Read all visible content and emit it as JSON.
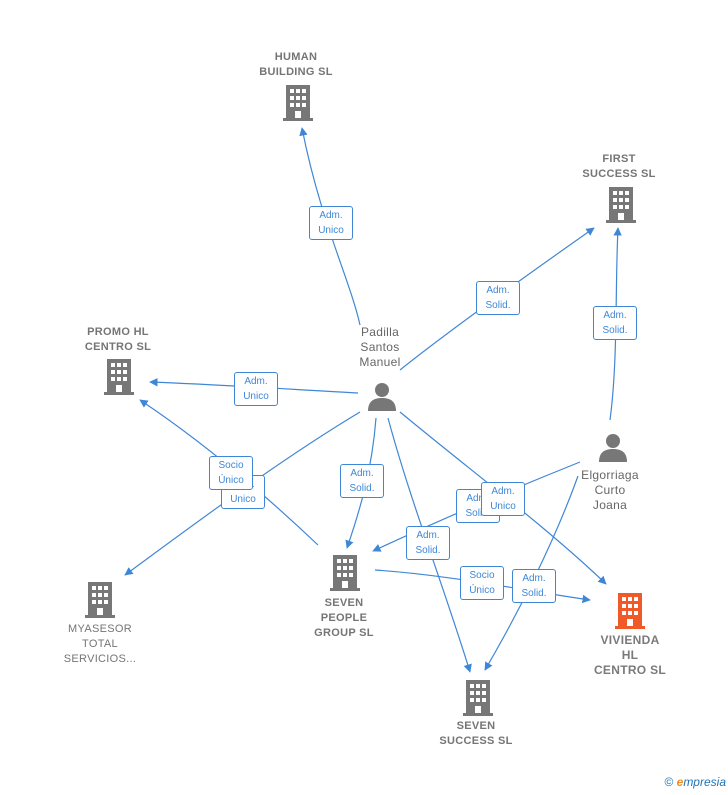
{
  "nodes": {
    "human_building": {
      "label": "HUMAN\nBUILDING  SL",
      "type": "company"
    },
    "first_success": {
      "label": "FIRST\nSUCCESS  SL",
      "type": "company"
    },
    "promo_hl": {
      "label": "PROMO HL\nCENTRO  SL",
      "type": "company"
    },
    "padilla": {
      "label": "Padilla\nSantos\nManuel",
      "type": "person"
    },
    "elgorriaga": {
      "label": "Elgorriaga\nCurto\nJoana",
      "type": "person"
    },
    "myasesor": {
      "label": "MYASESOR\nTOTAL\nSERVICIOS...",
      "type": "company"
    },
    "seven_people": {
      "label": "SEVEN\nPEOPLE\nGROUP  SL",
      "type": "company"
    },
    "vivienda": {
      "label": "VIVIENDA\nHL\nCENTRO  SL",
      "type": "focus"
    },
    "seven_success": {
      "label": "SEVEN\nSUCCESS  SL",
      "type": "company"
    }
  },
  "edge_labels": {
    "padilla_human": "Adm.\nUnico",
    "padilla_first": "Adm.\nSolid.",
    "elgorriaga_first": "Adm.\nSolid.",
    "padilla_promo": "Adm.\nUnico",
    "seven_people_promo": "Socio\nÚnico",
    "padilla_myasesor": "Adm.\nUnico",
    "padilla_seven_people": "Adm.\nSolid.",
    "elgorriaga_seven_people": "Adm.\nSolid.",
    "padilla_vivienda": "Adm.\nUnico",
    "padilla_seven_success": "Adm.\nSolid.",
    "seven_people_vivienda": "Socio\nÚnico",
    "elgorriaga_seven_success": "Adm.\nSolid."
  },
  "colors": {
    "edge": "#3f87d6",
    "company_icon": "#777777",
    "focus_icon": "#f05a28"
  },
  "footer": {
    "copyright": "©",
    "brand_first": "e",
    "brand_rest": "mpresia"
  }
}
